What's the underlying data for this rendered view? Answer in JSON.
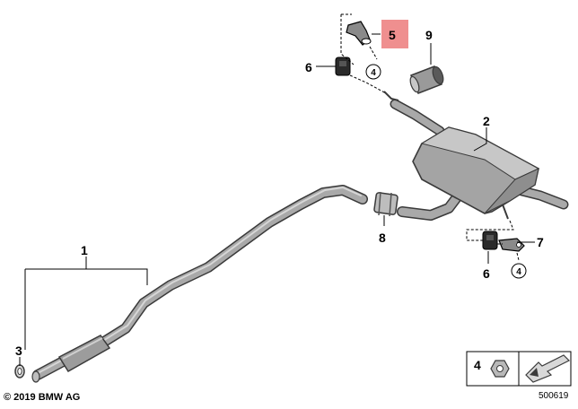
{
  "callouts": {
    "c1": "1",
    "c2": "2",
    "c3": "3",
    "c5": "5",
    "c6_top": "6",
    "c6_bottom": "6",
    "c7": "7",
    "c8": "8",
    "c9": "9"
  },
  "circled_refs": {
    "ref_top": "4",
    "ref_bottom": "4",
    "ref_legend": "4"
  },
  "highlight_color": "#ef8f8f",
  "copyright": "© 2019 BMW AG",
  "diagram_number": "500619"
}
